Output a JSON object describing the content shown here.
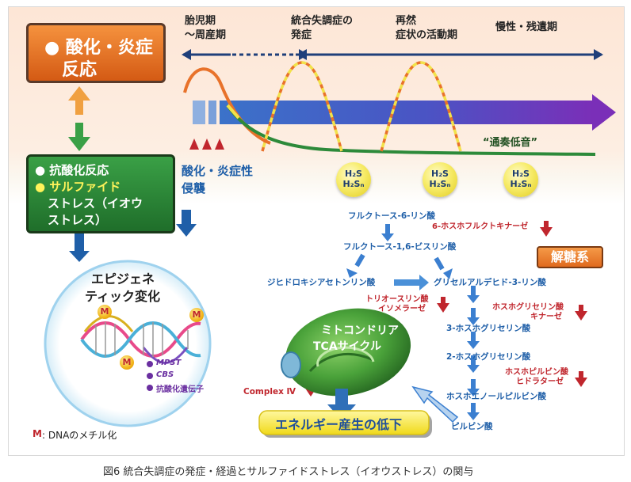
{
  "oxidation_box": {
    "line1": "● 酸化・炎症",
    "line2": "反応"
  },
  "antiox_box": {
    "line1": "● 抗酸化反応",
    "line2": "● サルファイド",
    "line3": "ストレス（イオウ",
    "line4": "ストレス）"
  },
  "timeline": {
    "phase1": {
      "line1": "胎児期",
      "line2": "～周産期"
    },
    "phase2": {
      "line1": "統合失調症の",
      "line2": "発症"
    },
    "phase3": {
      "line1": "再然",
      "line2": "症状の活動期"
    },
    "phase4": "慢性・残遺期"
  },
  "basso_label": "“通奏低音”",
  "insult_label": {
    "line1": "酸化・炎症性",
    "line2": "侵襲"
  },
  "h2s_bubbles": [
    {
      "l1": "H₂S",
      "l2": "H₂Sₙ"
    },
    {
      "l1": "H₂S",
      "l2": "H₂Sₙ"
    },
    {
      "l1": "H₂S",
      "l2": "H₂Sₙ"
    }
  ],
  "epigenetic": {
    "title1": "エピジェネ",
    "title2": "ティック変化",
    "m_mark": "M",
    "legend": [
      "MPST",
      "CBS",
      "抗酸化遺伝子"
    ]
  },
  "methyl_note": {
    "m": "M",
    "text": ": DNAのメチル化"
  },
  "glycolysis": {
    "label": "解糖系",
    "metabolites": [
      "フルクトース-6-リン酸",
      "フルクトース-1,6-ビスリン酸",
      "ジヒドロキシアセトンリン酸",
      "グリセルアルデヒド-3-リン酸",
      "3-ホスホグリセリン酸",
      "2-ホスホグリセリン酸",
      "ホスホエノールピルビン酸",
      "ピルビン酸"
    ],
    "enzymes": {
      "pfk": "6-ホスホフルクトキナーゼ",
      "tpi1": "トリオースリン酸",
      "tpi2": "イソメラーゼ",
      "pgk1": "ホスホグリセリン酸",
      "pgk2": "キナーゼ",
      "ldh1": "ホスホピルビン酸",
      "ldh2": "ヒドラターゼ"
    }
  },
  "mito": {
    "line1": "ミトコンドリア",
    "line2": "TCAサイクル",
    "complex": "Complex Ⅳ"
  },
  "energy_label": "エネルギー産生の低下",
  "caption": "図6 統合失調症の発症・経過とサルファイドストレス（イオウストレス）の関与",
  "colors": {
    "orange": "#e8722a",
    "green": "#2d8a3a",
    "blue": "#1f5fa8",
    "red": "#c0262d",
    "yellow": "#f2e24a",
    "purple": "#6a2fa0"
  }
}
